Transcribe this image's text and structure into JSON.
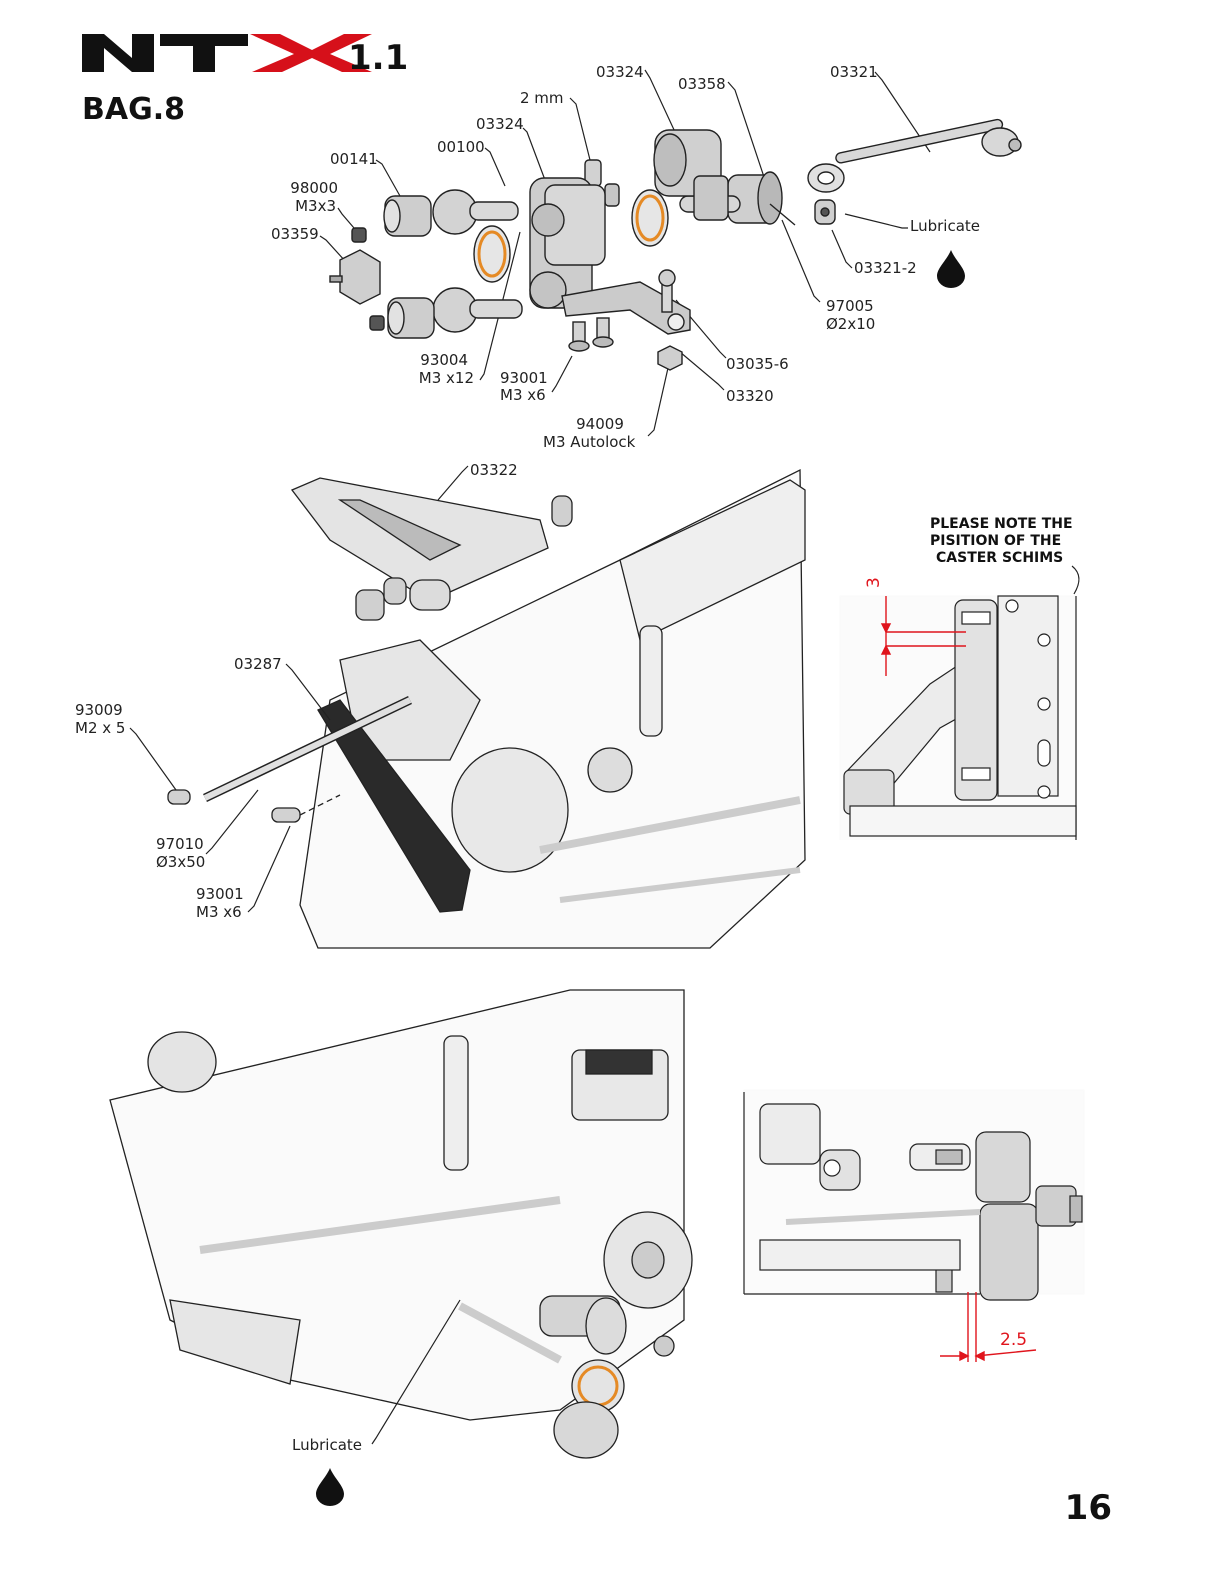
{
  "header": {
    "logo_text": "NTX",
    "version": "1.1",
    "bag_title": "BAG.8"
  },
  "page_number": "16",
  "labels": {
    "top": {
      "p03324a": "03324",
      "p03358": "03358",
      "p03321": "03321",
      "mm2": "2 mm",
      "p03324b": "03324",
      "p00100": "00100",
      "p00141": "00141",
      "p98000": "98000",
      "m3x3": "M3x3",
      "p03359": "03359",
      "lubricate": "Lubricate",
      "p03321_2": "03321-2",
      "p97005": "97005",
      "d2x10": "Ø2x10",
      "p93004": "93004",
      "m3x12": "M3 x12",
      "p93001": "93001",
      "m3x6": "M3 x6",
      "p03035_6": "03035-6",
      "p03320": "03320",
      "p94009": "94009",
      "m3autolock": "M3 Autolock"
    },
    "middle": {
      "p03322": "03322",
      "p03287": "03287",
      "p93009": "93009",
      "m2x5": "M2 x 5",
      "p97010": "97010",
      "d3x50": "Ø3x50",
      "p93001": "93001",
      "m3x6": "M3 x6"
    },
    "caster_note": {
      "line1": "PLEASE NOTE THE",
      "line2": "PISITION OF THE",
      "line3": "CASTER SCHIMS",
      "dimension": "3"
    },
    "bottom": {
      "lubricate": "Lubricate",
      "dimension": "2.5"
    }
  },
  "colors": {
    "logo_red": "#d6101a",
    "logo_black": "#111111",
    "dimension_red": "#e0141c",
    "bearing_orange": "#e58a25"
  }
}
